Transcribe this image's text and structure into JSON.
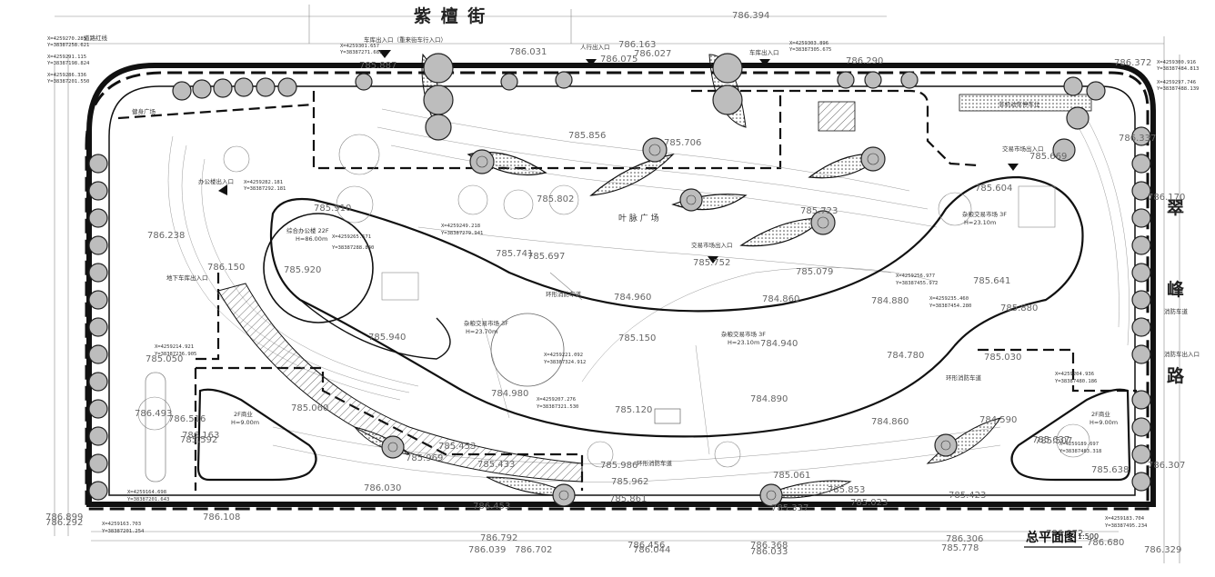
{
  "title": "总平面图",
  "scale": "1:500",
  "streets": {
    "north": "紫  檀  街",
    "east_1": "翠",
    "east_2": "峰",
    "east_3": "路"
  },
  "entrances": {
    "vehicle_entry": "车库出入口（重来街车行入口）",
    "pedestrian_entry": "人行出入口",
    "vehicle_entry_2": "车库出入口",
    "office_entry": "办公楼出入口",
    "market_entry": "交易市场出入口",
    "market_entry_2": "交易市场出入口",
    "basement_entry": "地下车库出入口"
  },
  "labels": {
    "leaf_plaza": "叶  脉  广  场",
    "office_building": "综合办公楼 22F",
    "office_h": "H=86.00m",
    "market_west": "杂粮交易市场 3F",
    "market_west_h": "H=23.70m",
    "market_mid": "杂粮交易市场 3F",
    "market_mid_h": "H=23.10m",
    "market_east": "杂粮交易市场 3F",
    "market_east_h": "H=23.10m",
    "commercial_west": "2F商业",
    "commercial_west_h": "H=9.00m",
    "commercial_east": "2F商业",
    "commercial_east_h": "H=9.00m",
    "fire_lane": "环形消防车道",
    "fire_lane_2": "环形消防车道",
    "fire_lane_3": "环形消防车道",
    "parking": "非机动车停车位",
    "control_line": "道路红线",
    "plaza_west": "健身广场",
    "access_west": "人行出入口",
    "bus_stop": "消防车出入口",
    "fire_ring": "消防车道"
  },
  "coords": [
    "X=4259270.285",
    "Y=38387258.621",
    "X=4259291.115",
    "Y=38387198.824",
    "X=4259286.336",
    "Y=38387201.550",
    "X=4259301.657",
    "Y=38387271.681",
    "X=4259303.896",
    "Y=38387305.675",
    "X=4259300.916",
    "Y=38387484.813",
    "X=4259297.746",
    "Y=38387488.139",
    "X=4259282.181",
    "Y=38387292.181",
    "X=4259265.571",
    "Y=38387288.840",
    "X=4259249.218",
    "Y=38387279.941",
    "X=4259256.977",
    "Y=38387455.972",
    "X=4259235.460",
    "Y=38387454.280",
    "X=4259214.921",
    "Y=38387236.905",
    "X=4259221.092",
    "Y=38387324.912",
    "X=4259207.276",
    "Y=38387321.530",
    "X=4259204.936",
    "Y=38387480.186",
    "X=4259189.697",
    "Y=38387483.318",
    "X=4259164.698",
    "Y=38387201.643",
    "X=4259183.704",
    "Y=38387495.234",
    "X=4259163.703",
    "Y=38387201.254"
  ],
  "elevations": [
    "786.394",
    "786.163",
    "786.027",
    "786.075",
    "786.031",
    "785.887",
    "786.290",
    "786.372",
    "786.337",
    "786.170",
    "785.856",
    "785.706",
    "785.802",
    "785.723",
    "785.604",
    "785.669",
    "785.910",
    "785.920",
    "785.741",
    "785.697",
    "785.752",
    "785.079",
    "784.960",
    "784.860",
    "784.880",
    "785.641",
    "785.880",
    "786.238",
    "786.150",
    "785.940",
    "785.060",
    "785.150",
    "784.940",
    "784.780",
    "785.030",
    "785.050",
    "784.980",
    "784.890",
    "785.120",
    "784.860",
    "784.590",
    "785.637",
    "786.493",
    "786.516",
    "786.163",
    "785.592",
    "785.969",
    "785.453",
    "785.433",
    "785.986",
    "785.962",
    "785.861",
    "785.061",
    "785.853",
    "785.337",
    "785.023",
    "785.423",
    "785.638",
    "786.307",
    "786.453",
    "786.030",
    "786.108",
    "786.792",
    "786.039",
    "786.702",
    "786.456",
    "786.044",
    "786.368",
    "786.033",
    "786.306",
    "785.778",
    "786.680",
    "786.329",
    "785.507",
    "786.072",
    "786.899",
    "786.292"
  ]
}
